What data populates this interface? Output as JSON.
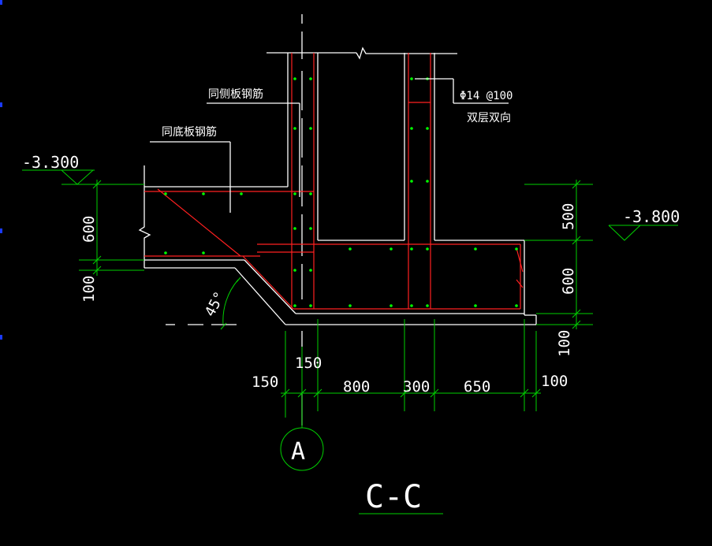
{
  "drawing": {
    "title": "C-C",
    "axis_label": "A",
    "angle_label": "45°",
    "elevations": {
      "left": "-3.300",
      "right": "-3.800"
    },
    "annotations": {
      "side_slab_rebar": "同侧板钢筋",
      "bottom_slab_rebar": "同底板钢筋",
      "rebar_spec": "Φ14 @100",
      "rebar_double": "双层双向"
    },
    "dimensions": {
      "left_600": "600",
      "left_100": "100",
      "right_500": "500",
      "right_600": "600",
      "right_100": "100",
      "bottom_150_a": "150",
      "bottom_150_b": "150",
      "bottom_800": "800",
      "bottom_300": "300",
      "bottom_650": "650",
      "bottom_100": "100"
    },
    "colors": {
      "background": "#000000",
      "concrete_outline": "#ffffff",
      "dimension_lines": "#00d000",
      "rebar": "#ff2020"
    }
  }
}
